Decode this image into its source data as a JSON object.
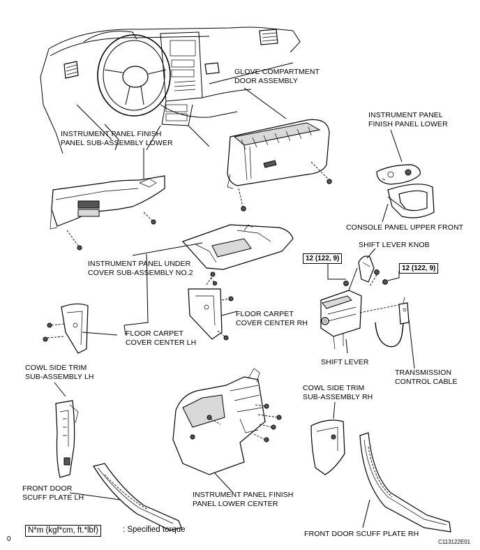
{
  "labels": {
    "glove_compartment": [
      "GLOVE COMPARTMENT",
      "DOOR ASSEMBLY"
    ],
    "ip_finish_lower_finish": [
      "INSTRUMENT PANEL",
      "FINISH PANEL LOWER"
    ],
    "ip_finish_sub_lower": [
      "INSTRUMENT PANEL FINISH",
      "PANEL SUB-ASSEMBLY LOWER"
    ],
    "console_upper_front": [
      "CONSOLE PANEL UPPER FRONT"
    ],
    "shift_lever_knob": [
      "SHIFT LEVER KNOB"
    ],
    "ip_under_cover": [
      "INSTRUMENT PANEL UNDER",
      "COVER SUB-ASSEMBLY NO.2"
    ],
    "floor_carpet_rh": [
      "FLOOR CARPET",
      "COVER CENTER RH"
    ],
    "floor_carpet_lh": [
      "FLOOR CARPET",
      "COVER CENTER LH"
    ],
    "shift_lever": [
      "SHIFT LEVER"
    ],
    "transmission_cable": [
      "TRANSMISSION",
      "CONTROL CABLE"
    ],
    "cowl_side_lh": [
      "COWL SIDE TRIM",
      "SUB-ASSEMBLY LH"
    ],
    "cowl_side_rh": [
      "COWL SIDE TRIM",
      "SUB-ASSEMBLY RH"
    ],
    "front_door_scuff_lh": [
      "FRONT DOOR",
      "SCUFF PLATE LH"
    ],
    "ip_finish_lower_center": [
      "INSTRUMENT PANEL FINISH",
      "PANEL LOWER CENTER"
    ],
    "front_door_scuff_rh": [
      "FRONT DOOR SCUFF PLATE RH"
    ]
  },
  "torque": {
    "left": "12 (122, 9)",
    "right": "12 (122, 9)"
  },
  "legend": {
    "units": "N*m (kgf*cm, ft.*lbf)",
    "text": ": Specified torque"
  },
  "figure_id": "C113122E01",
  "corner_mark": "0"
}
